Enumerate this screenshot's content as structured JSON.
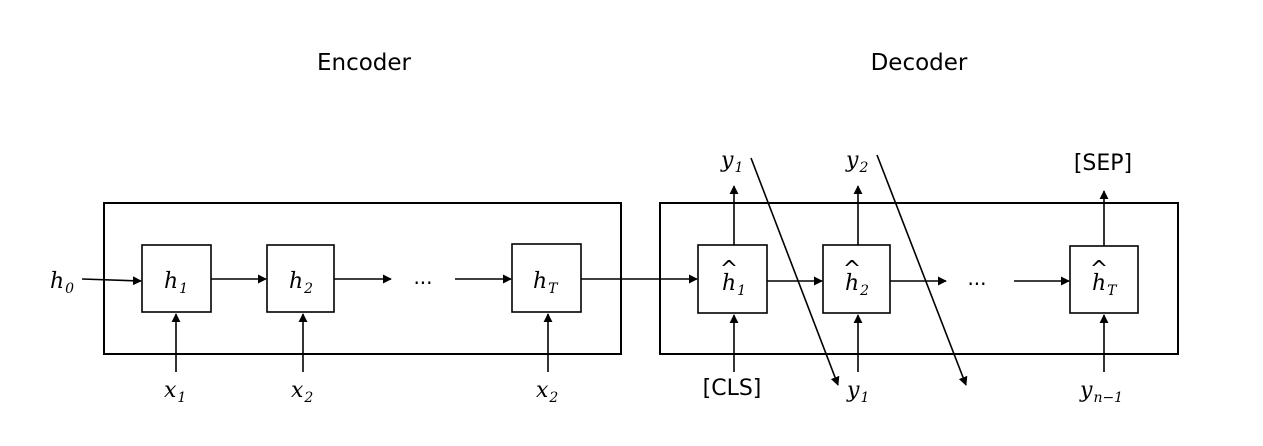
{
  "encoder": {
    "title": "Encoder",
    "initial_state": {
      "base": "h",
      "sub": "0"
    },
    "states": [
      {
        "base": "h",
        "sub": "1"
      },
      {
        "base": "h",
        "sub": "2"
      },
      {
        "base": "h",
        "sub": "T"
      }
    ],
    "ellipsis": "...",
    "inputs": [
      {
        "base": "x",
        "sub": "1"
      },
      {
        "base": "x",
        "sub": "2"
      },
      {
        "base": "x",
        "sub": "2"
      }
    ]
  },
  "decoder": {
    "title": "Decoder",
    "states": [
      {
        "base": "h",
        "hat": "^",
        "sub": "1"
      },
      {
        "base": "h",
        "hat": "^",
        "sub": "2"
      },
      {
        "base": "h",
        "hat": "^",
        "sub": "T"
      }
    ],
    "ellipsis": "...",
    "inputs": [
      {
        "text": "[CLS]"
      },
      {
        "base": "y",
        "sub": "1"
      },
      {
        "base": "y",
        "sub": "n−1"
      }
    ],
    "outputs": [
      {
        "base": "y",
        "sub": "1"
      },
      {
        "base": "y",
        "sub": "2"
      },
      {
        "text": "[SEP]"
      }
    ]
  }
}
